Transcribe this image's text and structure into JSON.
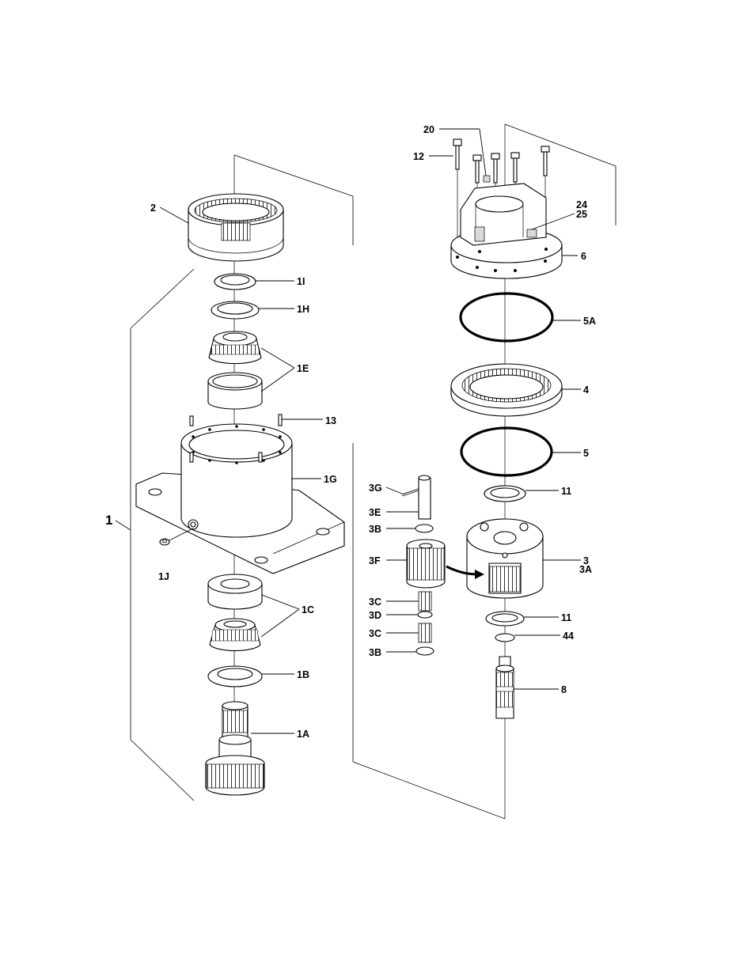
{
  "callouts": {
    "c1": "1",
    "c1A": "1A",
    "c1B": "1B",
    "c1C": "1C",
    "c1E": "1E",
    "c1G": "1G",
    "c1H": "1H",
    "c1I": "1I",
    "c1J": "1J",
    "c2": "2",
    "c13": "13",
    "c3": "3",
    "c3A": "3A",
    "c3B_top": "3B",
    "c3B_bot": "3B",
    "c3C_top": "3C",
    "c3C_bot": "3C",
    "c3D": "3D",
    "c3E": "3E",
    "c3F": "3F",
    "c3G": "3G",
    "c4": "4",
    "c5": "5",
    "c5A": "5A",
    "c6": "6",
    "c8": "8",
    "c11_top": "11",
    "c11_bot": "11",
    "c12": "12",
    "c20": "20",
    "c24": "24",
    "c25": "25",
    "c44": "44"
  }
}
